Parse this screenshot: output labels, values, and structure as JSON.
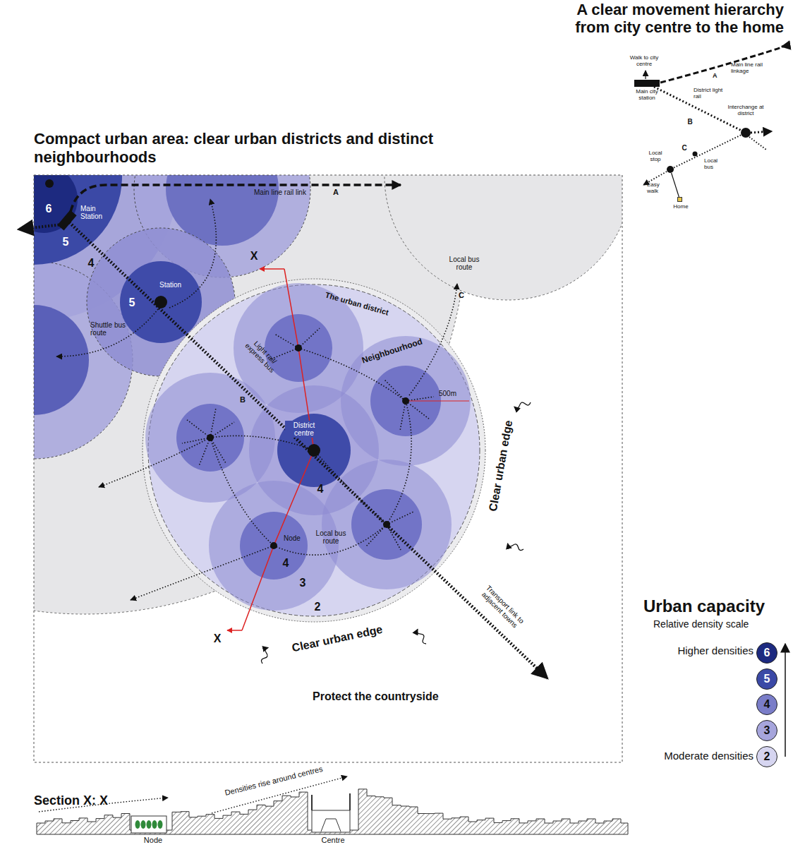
{
  "diagram": {
    "title": "Compact urban area: clear urban districts and distinct neighbourhoods",
    "nodes": [
      {
        "text": [
          "Main city station"
        ]
      },
      {
        "text": [
          "Interchange at district"
        ]
      },
      {
        "text": [
          "Local stop"
        ]
      },
      {
        "text": [
          "Home"
        ]
      }
    ],
    "edges": [
      {
        "from": 0,
        "to": 1,
        "arrow": "none",
        "label": "B"
      },
      {
        "from": 1,
        "to": 2,
        "arrow": "none",
        "label": "C"
      },
      {
        "from": 2,
        "to": 3,
        "arrow": "none",
        "label": "Easy walk"
      }
    ],
    "labels": [
      "A clear movement hierarchy from city centre to the home",
      "Walk to city centre",
      "Main line rail linkage",
      "A",
      "District light rail",
      "Local bus",
      "6",
      "Main Station",
      "5",
      "4",
      "Main line rail link",
      "A",
      "X",
      "The urban district",
      "Local bus route",
      "C",
      "Station",
      "5",
      "Shuttle bus route",
      "Light rail/ express bus",
      "B",
      "Neighbourhood",
      "500m",
      "District centre",
      "4",
      "Node",
      "4",
      "3",
      "2",
      "Local bus route",
      "Clear urban edge",
      "Clear urban edge",
      "Transport link to adjacent towns",
      "X",
      "Protect the countryside",
      "Urban capacity",
      "Relative density scale",
      "Higher densities",
      "Moderate densities",
      "Section X: X",
      "Densities rise around centres",
      "Node",
      "Centre"
    ],
    "legend": [
      {
        "text": "6",
        "color": "#1d2a80"
      },
      {
        "text": "5",
        "color": "#3b49a6"
      },
      {
        "text": "4",
        "color": "#7a7dc8"
      },
      {
        "text": "3",
        "color": "#a6a5dc"
      },
      {
        "text": "2",
        "color": "#d6d5f0"
      }
    ]
  }
}
